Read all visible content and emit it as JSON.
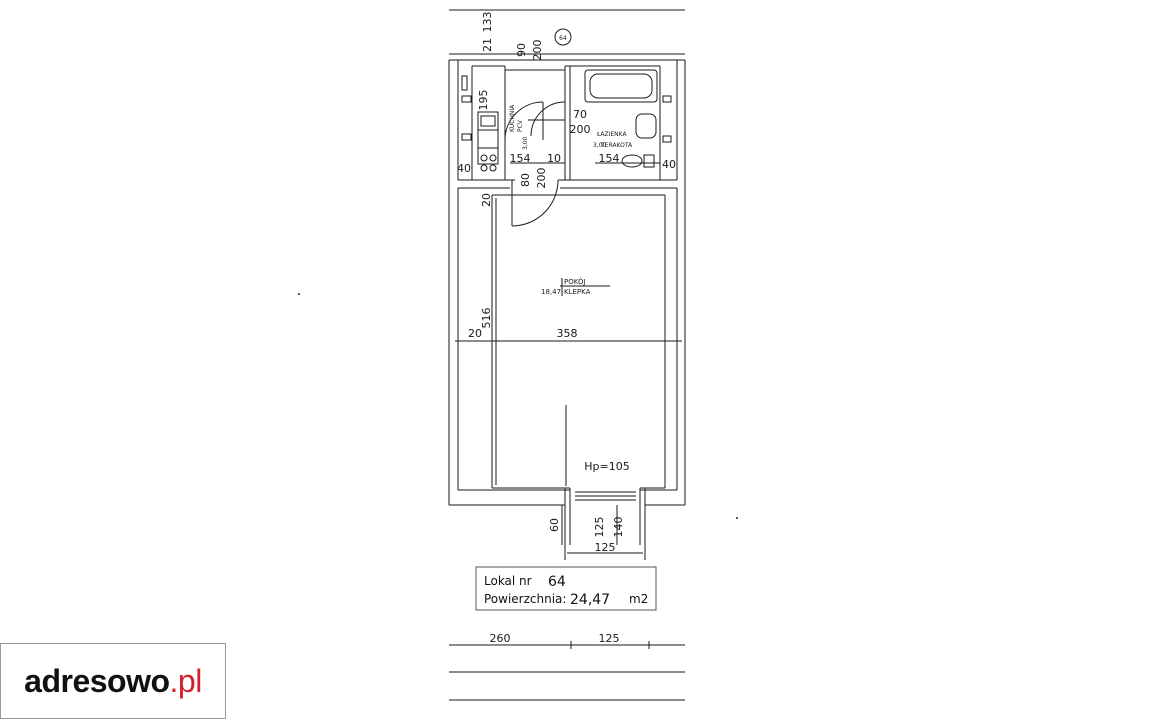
{
  "plan": {
    "unit_label": "64",
    "top_dims": {
      "top_133": "133",
      "top_21": "21",
      "door_90": "90",
      "door_200": "200"
    },
    "kitchen": {
      "label": "KUCHNIA",
      "floor": "PCV",
      "area": "3,00",
      "dim_195": "195",
      "dim_40": "40",
      "dim_154": "154"
    },
    "bathroom": {
      "label": "ŁAZIENKA",
      "floor": "TERAKOTA",
      "area": "3,00",
      "dim_154": "154",
      "dim_40": "40",
      "door_70": "70",
      "door_200": "200"
    },
    "hall_dims": {
      "d10": "10",
      "d80": "80",
      "d200": "200",
      "d20": "20"
    },
    "room": {
      "label": "POKÓJ",
      "floor": "KLEPKA",
      "area": "18,47",
      "width": "358",
      "height": "516",
      "wall": "20",
      "sill": "Hp=105"
    },
    "balcony": {
      "d60": "60",
      "d125": "125",
      "d140": "140",
      "width": "125"
    },
    "info": {
      "lokal_label": "Lokal nr",
      "lokal_value": "64",
      "area_label": "Powierzchnia:",
      "area_value": "24,47",
      "area_unit": "m2"
    },
    "bottom_dims": {
      "d260": "260",
      "d125": "125"
    }
  },
  "logo": {
    "brand": "adresowo",
    "tld": ".pl"
  }
}
